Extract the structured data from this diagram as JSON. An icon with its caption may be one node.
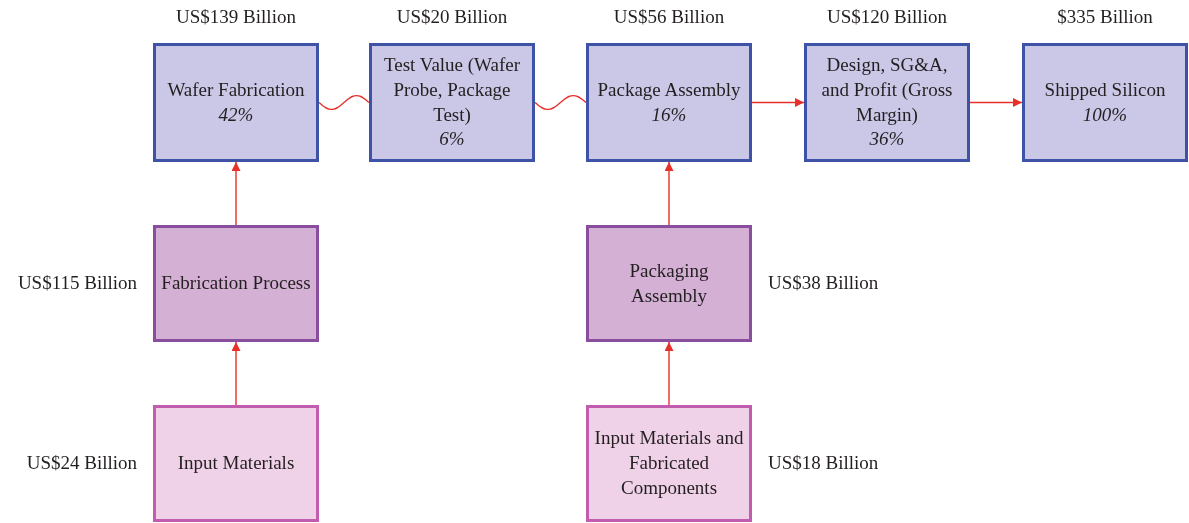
{
  "diagram": {
    "nodes": [
      {
        "text": [
          "Wafer Fabrication",
          "42%"
        ],
        "beside": [
          "US$139 Billion"
        ]
      },
      {
        "text": [
          "Test Value (Wafer Probe, Package Test)",
          "6%"
        ],
        "beside": [
          "US$20 Billion"
        ]
      },
      {
        "text": [
          "Package Assembly",
          "16%"
        ],
        "beside": [
          "US$56 Billion"
        ]
      },
      {
        "text": [
          "Design, SG&A, and Profit (Gross Margin)",
          "36%"
        ],
        "beside": [
          "US$120 Billion"
        ]
      },
      {
        "text": [
          "Shipped Silicon",
          "100%"
        ],
        "beside": [
          "$335 Billion"
        ]
      },
      {
        "text": [
          "Fabrication Process"
        ],
        "beside": [
          "US$115 Billion"
        ]
      },
      {
        "text": [
          "Packaging Assembly"
        ],
        "beside": [
          "US$38 Billion"
        ]
      },
      {
        "text": [
          "Input Materials"
        ],
        "beside": [
          "US$24 Billion"
        ]
      },
      {
        "text": [
          "Input Materials and Fabricated Components"
        ],
        "beside": [
          "US$18 Billion"
        ]
      }
    ],
    "edges": [
      {
        "from": 0,
        "to": 1,
        "arrow": "none"
      },
      {
        "from": 1,
        "to": 2,
        "arrow": "none"
      },
      {
        "from": 2,
        "to": 3,
        "arrow": "to"
      },
      {
        "from": 3,
        "to": 4,
        "arrow": "to"
      },
      {
        "from": 5,
        "to": 0,
        "arrow": "to"
      },
      {
        "from": 6,
        "to": 2,
        "arrow": "to"
      },
      {
        "from": 7,
        "to": 5,
        "arrow": "to"
      },
      {
        "from": 8,
        "to": 6,
        "arrow": "to"
      }
    ]
  }
}
